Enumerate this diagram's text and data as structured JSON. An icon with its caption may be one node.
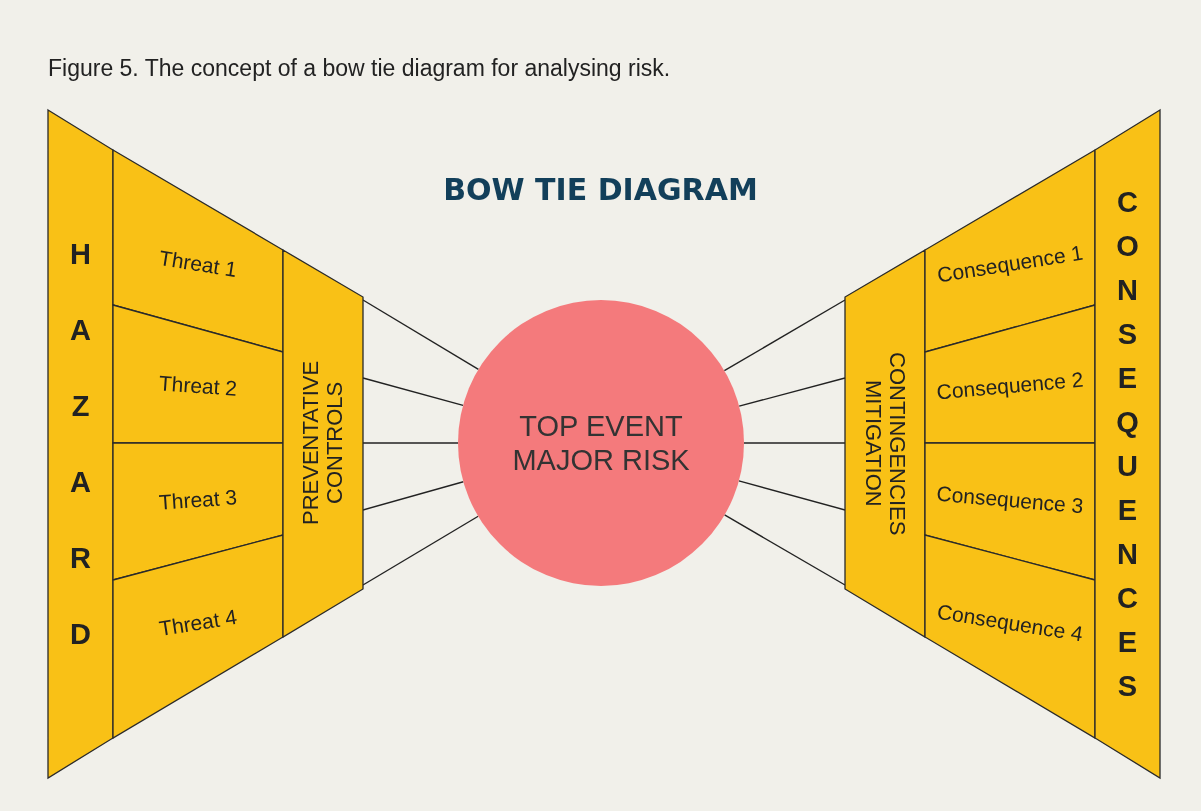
{
  "diagram": {
    "title": "Figure 5. The concept of a bow tie diagram for analysing risk.",
    "nodes": [
      {
        "text": [
          "HAZARD"
        ]
      },
      {
        "text": [
          "Threat 1"
        ]
      },
      {
        "text": [
          "Threat 2"
        ]
      },
      {
        "text": [
          "Threat 3"
        ]
      },
      {
        "text": [
          "Threat 4"
        ]
      },
      {
        "text": [
          "PREVENTATIVE CONTROLS"
        ]
      },
      {
        "text": [
          "TOP EVENT MAJOR RISK"
        ]
      },
      {
        "text": [
          "CONTINGENCIES MITIGATION"
        ]
      },
      {
        "text": [
          "Consequence 1"
        ]
      },
      {
        "text": [
          "Consequence 2"
        ]
      },
      {
        "text": [
          "Consequence 3"
        ]
      },
      {
        "text": [
          "Consequence 4"
        ]
      },
      {
        "text": [
          "CONSEQUENCES"
        ]
      }
    ],
    "edges": [
      {
        "from": 5,
        "to": 6,
        "arrow": "none"
      },
      {
        "from": 5,
        "to": 6,
        "arrow": "none"
      },
      {
        "from": 5,
        "to": 6,
        "arrow": "none"
      },
      {
        "from": 5,
        "to": 6,
        "arrow": "none"
      },
      {
        "from": 5,
        "to": 6,
        "arrow": "none"
      },
      {
        "from": 6,
        "to": 7,
        "arrow": "none"
      },
      {
        "from": 6,
        "to": 7,
        "arrow": "none"
      },
      {
        "from": 6,
        "to": 7,
        "arrow": "none"
      },
      {
        "from": 6,
        "to": 7,
        "arrow": "none"
      },
      {
        "from": 6,
        "to": 7,
        "arrow": "none"
      }
    ],
    "labels": [
      "BOW TIE DIAGRAM"
    ]
  }
}
